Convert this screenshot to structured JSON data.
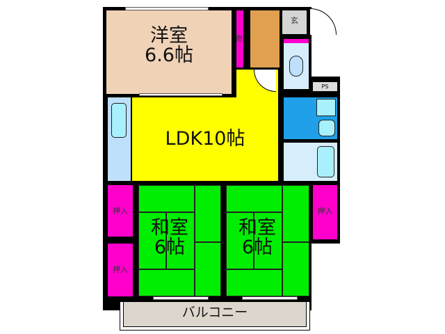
{
  "rooms": {
    "western": {
      "name": "洋室",
      "size": "6.6帖"
    },
    "ldk": {
      "label": "LDK10帖"
    },
    "japanese_left": {
      "name": "和室",
      "size": "6帖"
    },
    "japanese_right": {
      "name": "和室",
      "size": "6帖"
    },
    "storage": "物",
    "entrance": "玄",
    "ps": "PS",
    "closets": [
      "押入",
      "押入",
      "押入"
    ],
    "balcony": "バルコニー"
  },
  "colors": {
    "western": "#f0d2b6",
    "ldk": "#ffff00",
    "japanese": "#00ee00",
    "closet": "#ff00cc",
    "storage": "#e0a050",
    "wash": "#1fa0e8",
    "wet": "#d6eefc",
    "balcony": "#ddd6cc",
    "entrance": "#d4d4d4"
  }
}
